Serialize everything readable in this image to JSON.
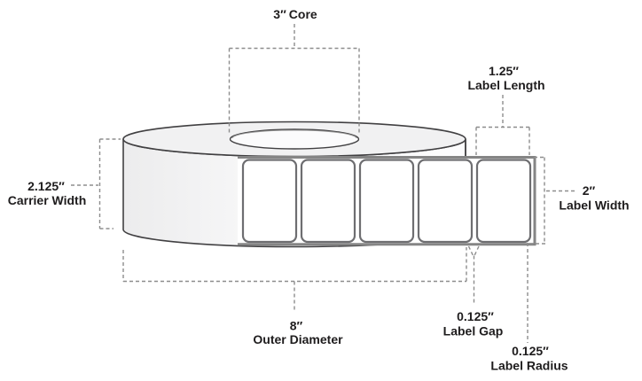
{
  "diagram": {
    "kind": "label-roll-dimension-diagram",
    "annotations": {
      "core": {
        "value": "3″",
        "label": "Core"
      },
      "label_length": {
        "value": "1.25″",
        "label": "Label Length"
      },
      "carrier_width": {
        "value": "2.125″",
        "label": "Carrier Width"
      },
      "outer_diameter": {
        "value": "8″",
        "label": "Outer Diameter"
      },
      "label_width": {
        "value": "2″",
        "label": "Label Width"
      },
      "label_gap": {
        "value": "0.125″",
        "label": "Label Gap"
      },
      "label_radius": {
        "value": "0.125″",
        "label": "Label Radius"
      }
    },
    "roll": {
      "labels_visible": 5
    },
    "colors": {
      "outline": "#414042",
      "strip_border": "#858585",
      "label_border": "#6e6e71",
      "dashed_line": "#8d8d8d",
      "text": "#1e1c1d",
      "top_face_fill": "#f1f1f2",
      "side_face_fill": "#f7f7f8",
      "background": "#ffffff"
    }
  }
}
